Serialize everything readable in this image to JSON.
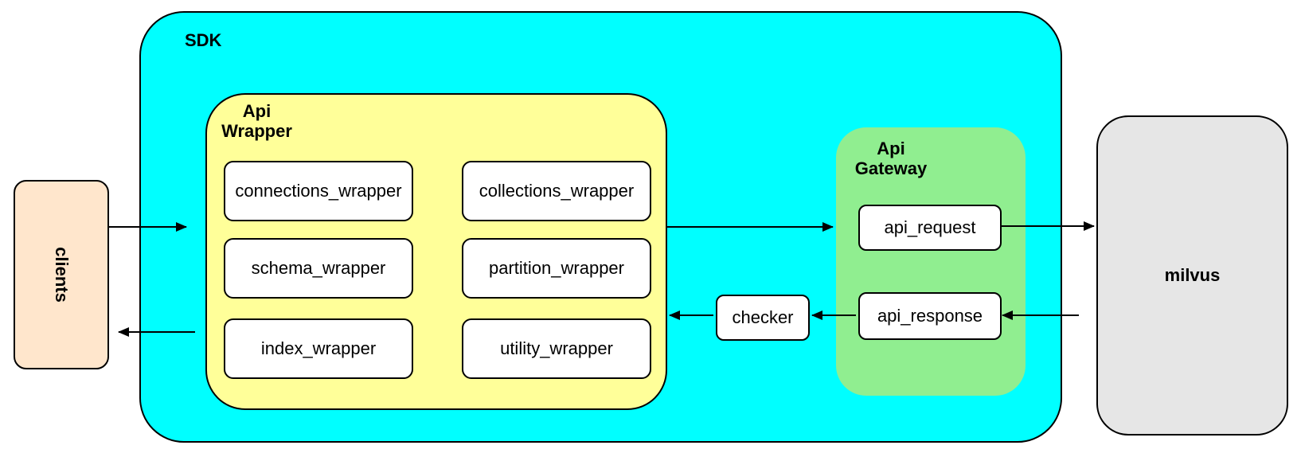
{
  "colors": {
    "canvas-bg": "#FFFFFF",
    "border": "#000000",
    "sdk-fill": "#00FFFF",
    "wrapper-fill": "#FFFF99",
    "gateway-fill": "#90EE90",
    "clients-fill": "#FFE6CC",
    "milvus-fill": "#E6E6E6",
    "node-fill": "#FFFFFF"
  },
  "nodes": {
    "clients": "clients",
    "sdk": "SDK",
    "api_wrapper": "Api\nWrapper",
    "wrappers": [
      "connections_wrapper",
      "collections_wrapper",
      "schema_wrapper",
      "partition_wrapper",
      "index_wrapper",
      "utility_wrapper"
    ],
    "checker": "checker",
    "api_gateway": "Api\nGateway",
    "gateway_boxes": [
      "api_request",
      "api_response"
    ],
    "milvus": "milvus"
  }
}
